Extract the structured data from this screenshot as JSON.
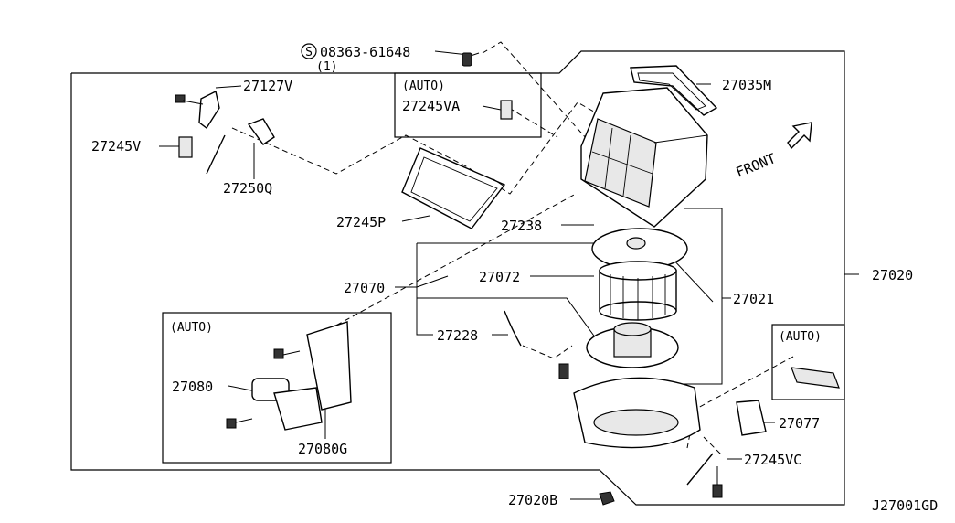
{
  "callouts": {
    "bolt_ref": "08363-61648",
    "bolt_qty": "(1)",
    "p27127V": "27127V",
    "auto1": "(AUTO)",
    "p27245VA": "27245VA",
    "p27035M": "27035M",
    "front": "FRONT",
    "p27245V": "27245V",
    "p27250Q": "27250Q",
    "p27245P": "27245P",
    "p27238": "27238",
    "p27020": "27020",
    "p27070": "27070",
    "p27072": "27072",
    "p27021": "27021",
    "auto2": "(AUTO)",
    "p27228": "27228",
    "auto3": "(AUTO)",
    "p27080": "27080",
    "p27077": "27077",
    "p27080G": "27080G",
    "p27245VC": "27245VC",
    "p27020B": "27020B",
    "diagram_code": "J27001GD"
  },
  "icons": {
    "screw_symbol": "S"
  }
}
